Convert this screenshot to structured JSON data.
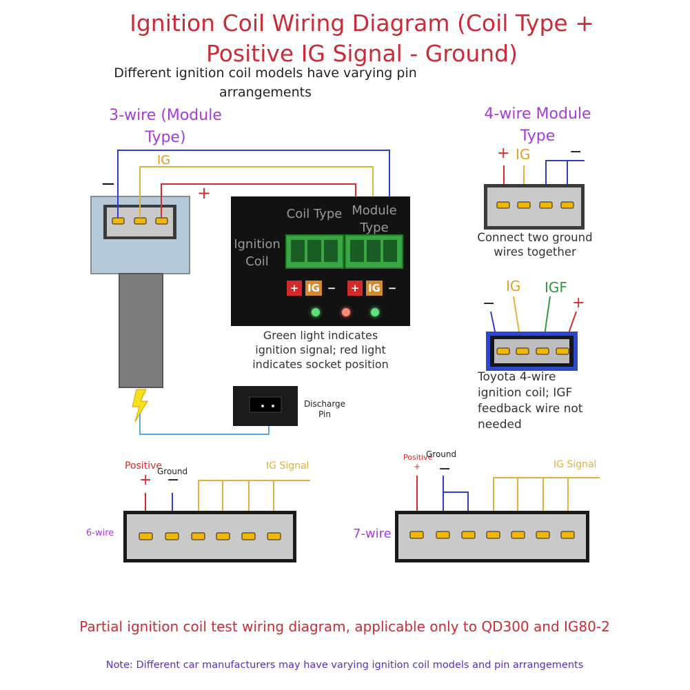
{
  "title": "Ignition Coil Wiring Diagram (Coil Type + Positive IG Signal - Ground)",
  "subtitle": "Different ignition coil models have varying pin arrangements",
  "three_wire": {
    "heading": "3-wire (Module Type)",
    "minus": "−",
    "plus": "+",
    "ig": "IG"
  },
  "panel": {
    "coil_type": "Coil Type",
    "module_type": "Module Type",
    "ignition_coil": "Ignition Coil",
    "terminals": [
      "+",
      "IG",
      "−",
      "+",
      "IG",
      "−"
    ],
    "caption": "Green light indicates ignition signal; red light indicates socket position"
  },
  "discharge_pin": "Discharge Pin",
  "four_wire": {
    "heading": "4-wire Module Type",
    "plus": "+",
    "ig": "IG",
    "minus": "−",
    "caption": "Connect two ground wires together"
  },
  "toyota": {
    "minus": "−",
    "ig": "IG",
    "igf": "IGF",
    "plus": "+",
    "caption": "Toyota 4-wire ignition coil; IGF feedback wire not needed"
  },
  "six_wire": {
    "label": "6-wire",
    "positive": "Positive",
    "ground": "Ground",
    "ig_signal": "IG Signal",
    "plus": "+",
    "minus": "−"
  },
  "seven_wire": {
    "label": "7-wire",
    "positive": "Positive",
    "ground": "Ground",
    "ig_signal": "IG Signal",
    "plus": "+",
    "minus": "−"
  },
  "bottom_title": "Partial ignition coil test wiring diagram, applicable only to QD300 and IG80-2",
  "note": "Note: Different car manufacturers may have varying ignition coil models and pin arrangements",
  "colors": {
    "title_red": "#cc2a36",
    "heading_purple": "#a73bd6",
    "wire_blue": "#2d3fc8",
    "wire_yellow": "#e0b040",
    "wire_red": "#d82a2a",
    "wire_green": "#2a9a3a",
    "pin_gold": "#f2b705"
  }
}
